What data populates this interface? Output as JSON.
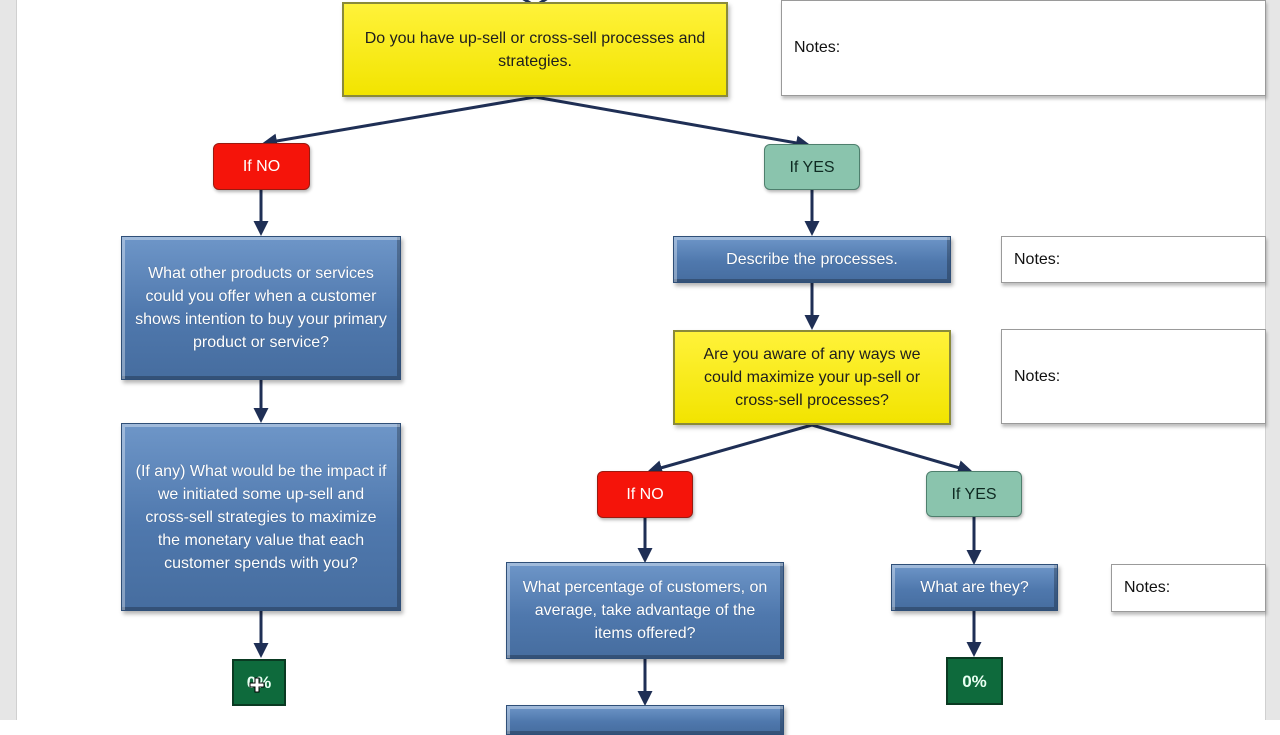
{
  "flow": {
    "q1": "Do you have up-sell or cross-sell processes and strategies.",
    "q1_no": "If NO",
    "q1_yes": "If YES",
    "no_q1": "What other products or services could you offer when a customer shows intention to buy your primary product or service?",
    "no_q2": "(If any) What would be the impact if we initiated some up-sell and cross-sell strategies to maximize the monetary value that each customer spends with you?",
    "no_pct": "0%",
    "yes_q1": "Describe the processes.",
    "yes_q2": "Are you aware of any ways we could maximize your up-sell or cross-sell processes?",
    "yes_q2_no": "If NO",
    "yes_q2_yes": "If YES",
    "yes_no_q": "What percentage of customers, on average, take advantage of the items offered?",
    "yes_yes_q": "What are they?",
    "yes_yes_pct": "0%"
  },
  "notes": {
    "n1": "Notes:",
    "n2": "Notes:",
    "n3": "Notes:",
    "n4": "Notes:"
  },
  "colors": {
    "question_yellow": "#f2e400",
    "step_blue": "#4f78ad",
    "no_red": "#f5140a",
    "yes_green": "#8ac4ad",
    "percent_green": "#0e6a3c",
    "arrow_navy": "#1f2f55"
  }
}
